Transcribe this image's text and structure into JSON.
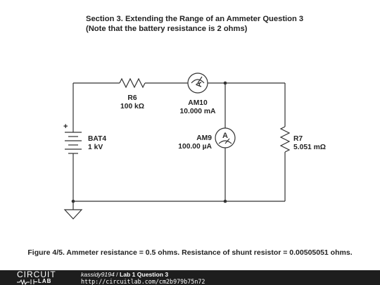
{
  "header": {
    "line1": "Section 3. Extending the Range of an Ammeter Question 3",
    "line2": "(Note that the battery resistance is 2 ohms)"
  },
  "components": {
    "r6": {
      "name": "R6",
      "value": "100 kΩ"
    },
    "am10": {
      "name": "AM10",
      "value": "10.000 mA",
      "glyph": "A"
    },
    "am9": {
      "name": "AM9",
      "value": "100.00 µA",
      "glyph": "A"
    },
    "r7": {
      "name": "R7",
      "value": "5.051 mΩ"
    },
    "bat4": {
      "name": "BAT4",
      "value": "1 kV",
      "plus": "+"
    }
  },
  "caption": "Figure 4/5. Ammeter resistance = 0.5 ohms. Resistance of shunt resistor = 0.00505051 ohms.",
  "footer": {
    "logo_top": "CIRCUIT",
    "logo_bottom": "LAB",
    "user": "kassidy9194",
    "separator": " / ",
    "title": "Lab 1 Question 3",
    "url": "http://circuitlab.com/cm2b979b75n72"
  },
  "colors": {
    "wire": "#333333",
    "footer_bg": "#1e1e1e"
  },
  "icons": [
    "ammeter-icon",
    "resistor-icon",
    "battery-icon",
    "ground-icon"
  ]
}
